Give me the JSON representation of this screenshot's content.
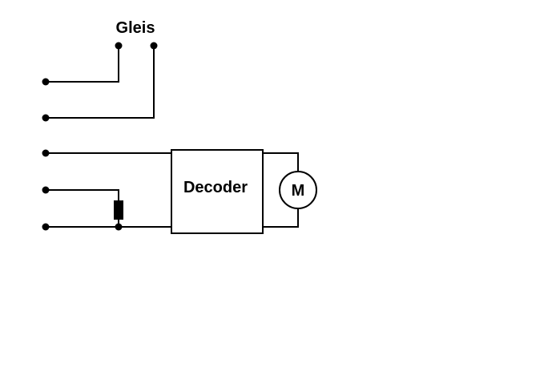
{
  "diagram": {
    "track_label": "Gleis",
    "decoder_label": "Decoder",
    "motor_label": "M",
    "colors": {
      "line": "#000000",
      "background": "#ffffff"
    }
  }
}
